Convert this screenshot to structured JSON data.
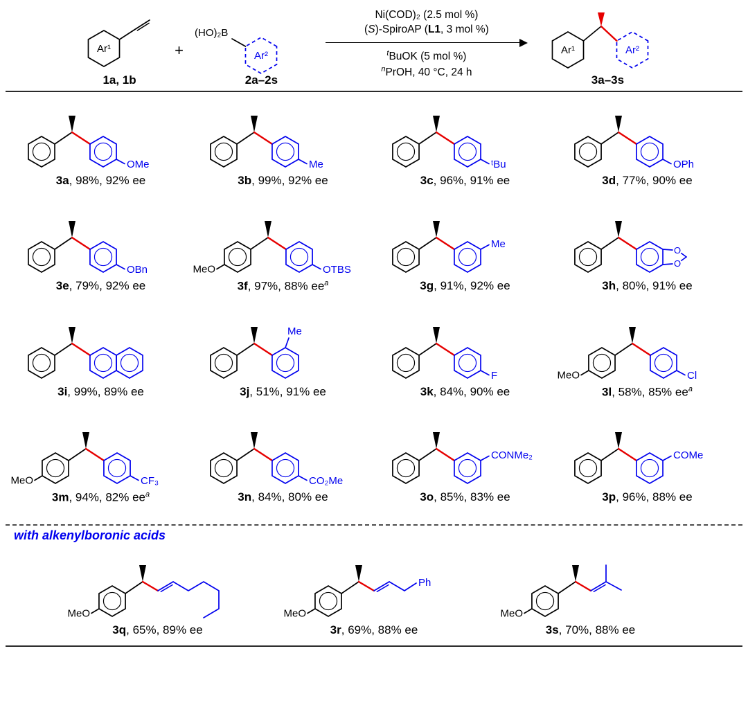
{
  "colors": {
    "blue": "#0000ee",
    "red": "#e60000",
    "black": "#000000"
  },
  "scheme": {
    "reactant1_ring": "Ar¹",
    "reactant1_label": "1a, 1b",
    "plus": "+",
    "boron_group": "(HO)₂B",
    "reactant2_ring": "Ar²",
    "reactant2_label": "2a–2s",
    "conditions": {
      "line1": "Ni(COD)₂ (2.5 mol %)",
      "line2_pre": "(",
      "line2_s": "S",
      "line2_mid": ")-SpiroAP (",
      "line2_l1": "L1",
      "line2_post": ", 3 mol %)",
      "line3_sup": "t",
      "line3_rest": "BuOK (5 mol %)",
      "line4_sup": "n",
      "line4_rest": "PrOH, 40 °C, 24 h"
    },
    "product_ring1": "Ar¹",
    "product_ring2": "Ar²",
    "product_label": "3a–3s"
  },
  "section_divider": "with alkenylboronic acids",
  "products": [
    {
      "id": "3a",
      "result": ", 98%, 92% ee",
      "sup": "",
      "type": "aryl",
      "ar1": "",
      "sub": "OMe",
      "pos": "para",
      "alkenyl": ""
    },
    {
      "id": "3b",
      "result": ", 99%, 92% ee",
      "sup": "",
      "type": "aryl",
      "ar1": "",
      "sub": "Me",
      "pos": "para",
      "alkenyl": ""
    },
    {
      "id": "3c",
      "result": ", 96%, 91% ee",
      "sup": "",
      "type": "aryl",
      "ar1": "",
      "sub": "ᵗBu",
      "pos": "para",
      "alkenyl": ""
    },
    {
      "id": "3d",
      "result": ", 77%, 90% ee",
      "sup": "",
      "type": "aryl",
      "ar1": "",
      "sub": "OPh",
      "pos": "para",
      "alkenyl": ""
    },
    {
      "id": "3e",
      "result": ", 79%, 92% ee",
      "sup": "",
      "type": "aryl",
      "ar1": "",
      "sub": "OBn",
      "pos": "para",
      "alkenyl": ""
    },
    {
      "id": "3f",
      "result": ", 97%, 88% ee",
      "sup": "a",
      "type": "aryl",
      "ar1": "MeO",
      "sub": "OTBS",
      "pos": "para",
      "alkenyl": ""
    },
    {
      "id": "3g",
      "result": ", 91%, 92% ee",
      "sup": "",
      "type": "aryl",
      "ar1": "",
      "sub": "Me",
      "pos": "meta",
      "alkenyl": ""
    },
    {
      "id": "3h",
      "result": ", 80%, 91% ee",
      "sup": "",
      "type": "benzodioxole",
      "ar1": "",
      "sub": "",
      "pos": "",
      "alkenyl": ""
    },
    {
      "id": "3i",
      "result": ", 99%, 89% ee",
      "sup": "",
      "type": "naphthyl",
      "ar1": "",
      "sub": "",
      "pos": "",
      "alkenyl": ""
    },
    {
      "id": "3j",
      "result": ", 51%, 91% ee",
      "sup": "",
      "type": "aryl",
      "ar1": "",
      "sub": "Me",
      "pos": "ortho",
      "alkenyl": ""
    },
    {
      "id": "3k",
      "result": ", 84%, 90% ee",
      "sup": "",
      "type": "aryl",
      "ar1": "",
      "sub": "F",
      "pos": "para",
      "alkenyl": ""
    },
    {
      "id": "3l",
      "result": ", 58%, 85% ee",
      "sup": "a",
      "type": "aryl",
      "ar1": "MeO",
      "sub": "Cl",
      "pos": "para",
      "alkenyl": ""
    },
    {
      "id": "3m",
      "result": ", 94%, 82% ee",
      "sup": "a",
      "type": "aryl",
      "ar1": "MeO",
      "sub": "CF₃",
      "pos": "para",
      "alkenyl": ""
    },
    {
      "id": "3n",
      "result": ", 84%, 80% ee",
      "sup": "",
      "type": "aryl",
      "ar1": "",
      "sub": "CO₂Me",
      "pos": "para",
      "alkenyl": ""
    },
    {
      "id": "3o",
      "result": ", 85%, 83% ee",
      "sup": "",
      "type": "aryl",
      "ar1": "",
      "sub": "CONMe₂",
      "pos": "meta",
      "alkenyl": ""
    },
    {
      "id": "3p",
      "result": ", 96%, 88% ee",
      "sup": "",
      "type": "aryl",
      "ar1": "",
      "sub": "COMe",
      "pos": "meta",
      "alkenyl": ""
    },
    {
      "id": "3q",
      "result": ", 65%, 89% ee",
      "sup": "",
      "type": "alkenyl",
      "ar1": "MeO",
      "sub": "",
      "pos": "",
      "alkenyl": "chain"
    },
    {
      "id": "3r",
      "result": ", 69%, 88% ee",
      "sup": "",
      "type": "alkenyl",
      "ar1": "MeO",
      "sub": "Ph",
      "pos": "",
      "alkenyl": "benzyl"
    },
    {
      "id": "3s",
      "result": ", 70%, 88% ee",
      "sup": "",
      "type": "alkenyl",
      "ar1": "MeO",
      "sub": "",
      "pos": "",
      "alkenyl": "prenyl"
    }
  ],
  "rows": [
    [
      "3a",
      "3b",
      "3c",
      "3d"
    ],
    [
      "3e",
      "3f",
      "3g",
      "3h"
    ],
    [
      "3i",
      "3j",
      "3k",
      "3l"
    ],
    [
      "3m",
      "3n",
      "3o",
      "3p"
    ],
    [
      "3q",
      "3r",
      "3s"
    ]
  ]
}
